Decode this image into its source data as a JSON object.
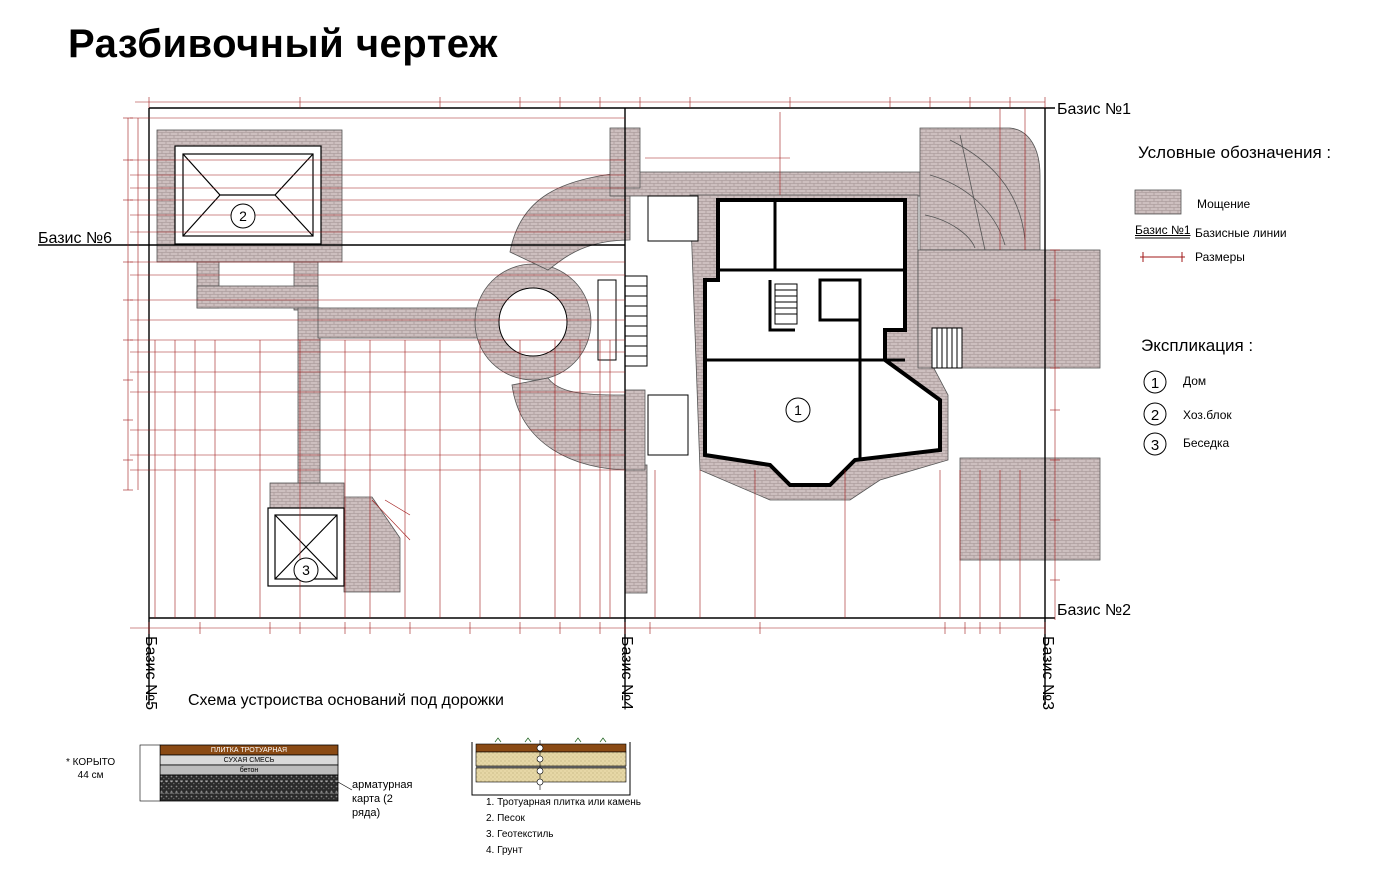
{
  "title": "Разбивочный чертеж",
  "bases": {
    "b1": "Базис №1",
    "b2": "Базис №2",
    "b3": "Базис №3",
    "b4": "Базис №4",
    "b5": "Базис №5",
    "b6": "Базис №6"
  },
  "legend": {
    "heading": "Условные обозначения  :",
    "paving": "Мощение",
    "base_sample": "Базис №1",
    "base_lines": "Базисные линии",
    "dims": "Размеры"
  },
  "explication": {
    "heading": "Экспликация :",
    "items": [
      {
        "num": "1",
        "label": "Дом"
      },
      {
        "num": "2",
        "label": "Хоз.блок"
      },
      {
        "num": "3",
        "label": "Беседка"
      }
    ]
  },
  "section": {
    "heading": "Схема устроиства оснований под дорожки",
    "depth_label": "* КОРЫТО",
    "depth_value": "44 см",
    "layer_labels": [
      "ПЛИТКА ТРОТУАРНАЯ",
      "СУХАЯ СМЕСЬ",
      "бетон"
    ],
    "rebar": [
      "арматурная",
      "карта (2",
      "ряда)"
    ],
    "layers": [
      "1. Тротуарная плитка или камень",
      "2. Песок",
      "3. Геотекстиль",
      "4. Грунт"
    ]
  },
  "colors": {
    "dimension": "#a01818",
    "paving": "#c9bcbc",
    "line": "#000000"
  }
}
